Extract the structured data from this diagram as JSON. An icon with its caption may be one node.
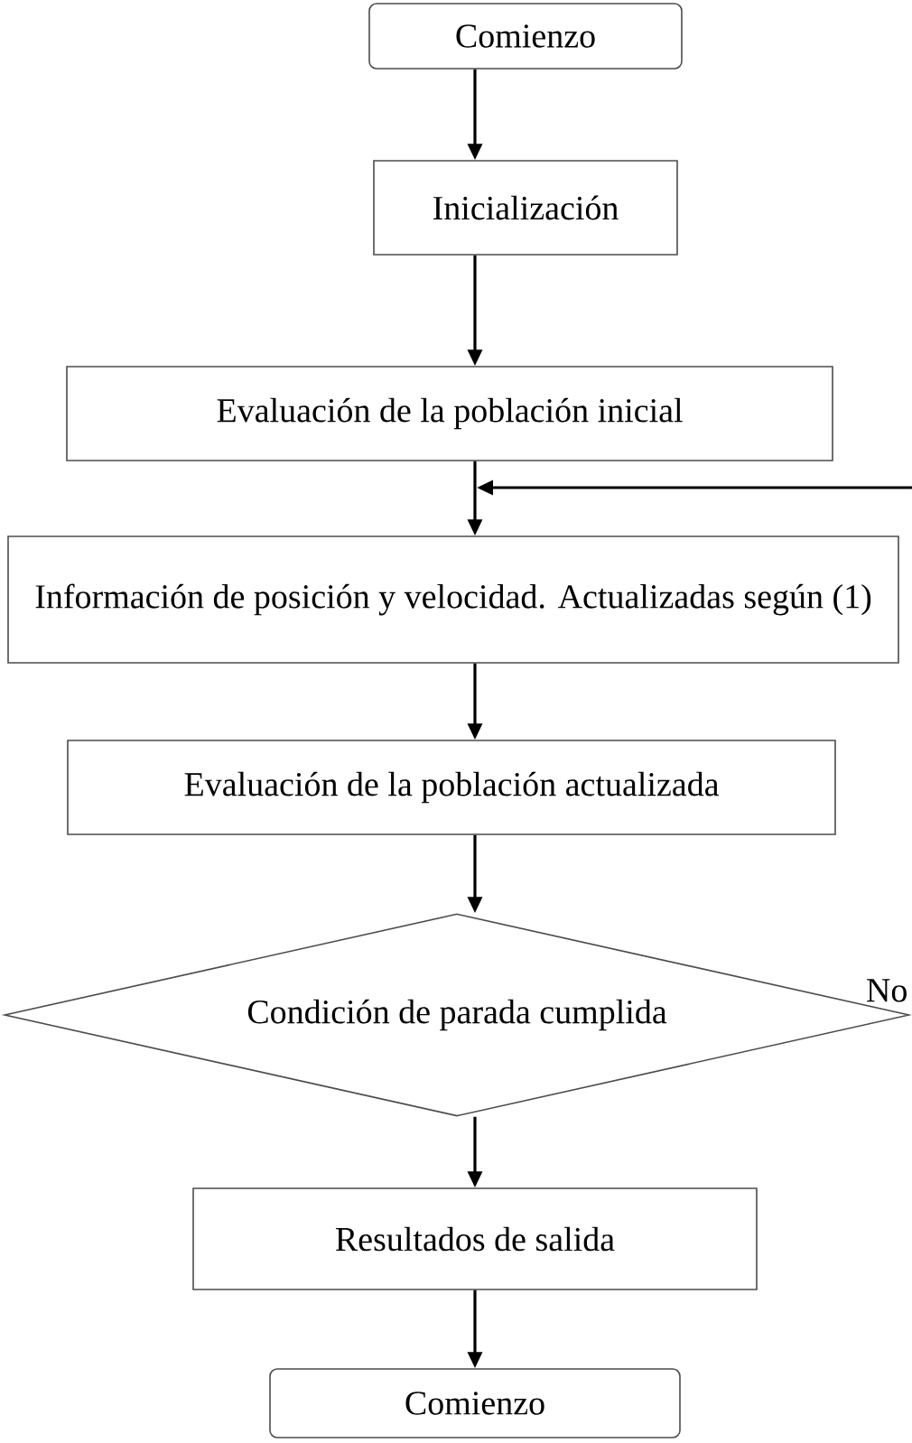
{
  "diagram": {
    "nodes": [
      {
        "text": [
          "Comienzo"
        ]
      },
      {
        "text": [
          "Inicialización"
        ]
      },
      {
        "text": [
          "Evaluación de la población inicial"
        ]
      },
      {
        "text": [
          "Información de posición y velocidad. Actualizadas según (1)"
        ]
      },
      {
        "text": [
          "Evaluación de la población actualizada"
        ]
      },
      {
        "text": [
          "Condición de parada cumplida"
        ],
        "beside": [
          "No"
        ]
      },
      {
        "text": [
          "Resultados de salida"
        ]
      },
      {
        "text": [
          "Comienzo"
        ]
      }
    ],
    "edges": [
      {
        "from": 0,
        "to": 1,
        "arrow": "to"
      },
      {
        "from": 1,
        "to": 2,
        "arrow": "to"
      },
      {
        "from": 2,
        "to": 3,
        "arrow": "to"
      },
      {
        "from": null,
        "to": 3,
        "arrow": "to"
      },
      {
        "from": 3,
        "to": 4,
        "arrow": "to"
      },
      {
        "from": 4,
        "to": 5,
        "arrow": "to"
      },
      {
        "from": 5,
        "to": 6,
        "arrow": "to"
      },
      {
        "from": 6,
        "to": 7,
        "arrow": "to"
      }
    ]
  }
}
